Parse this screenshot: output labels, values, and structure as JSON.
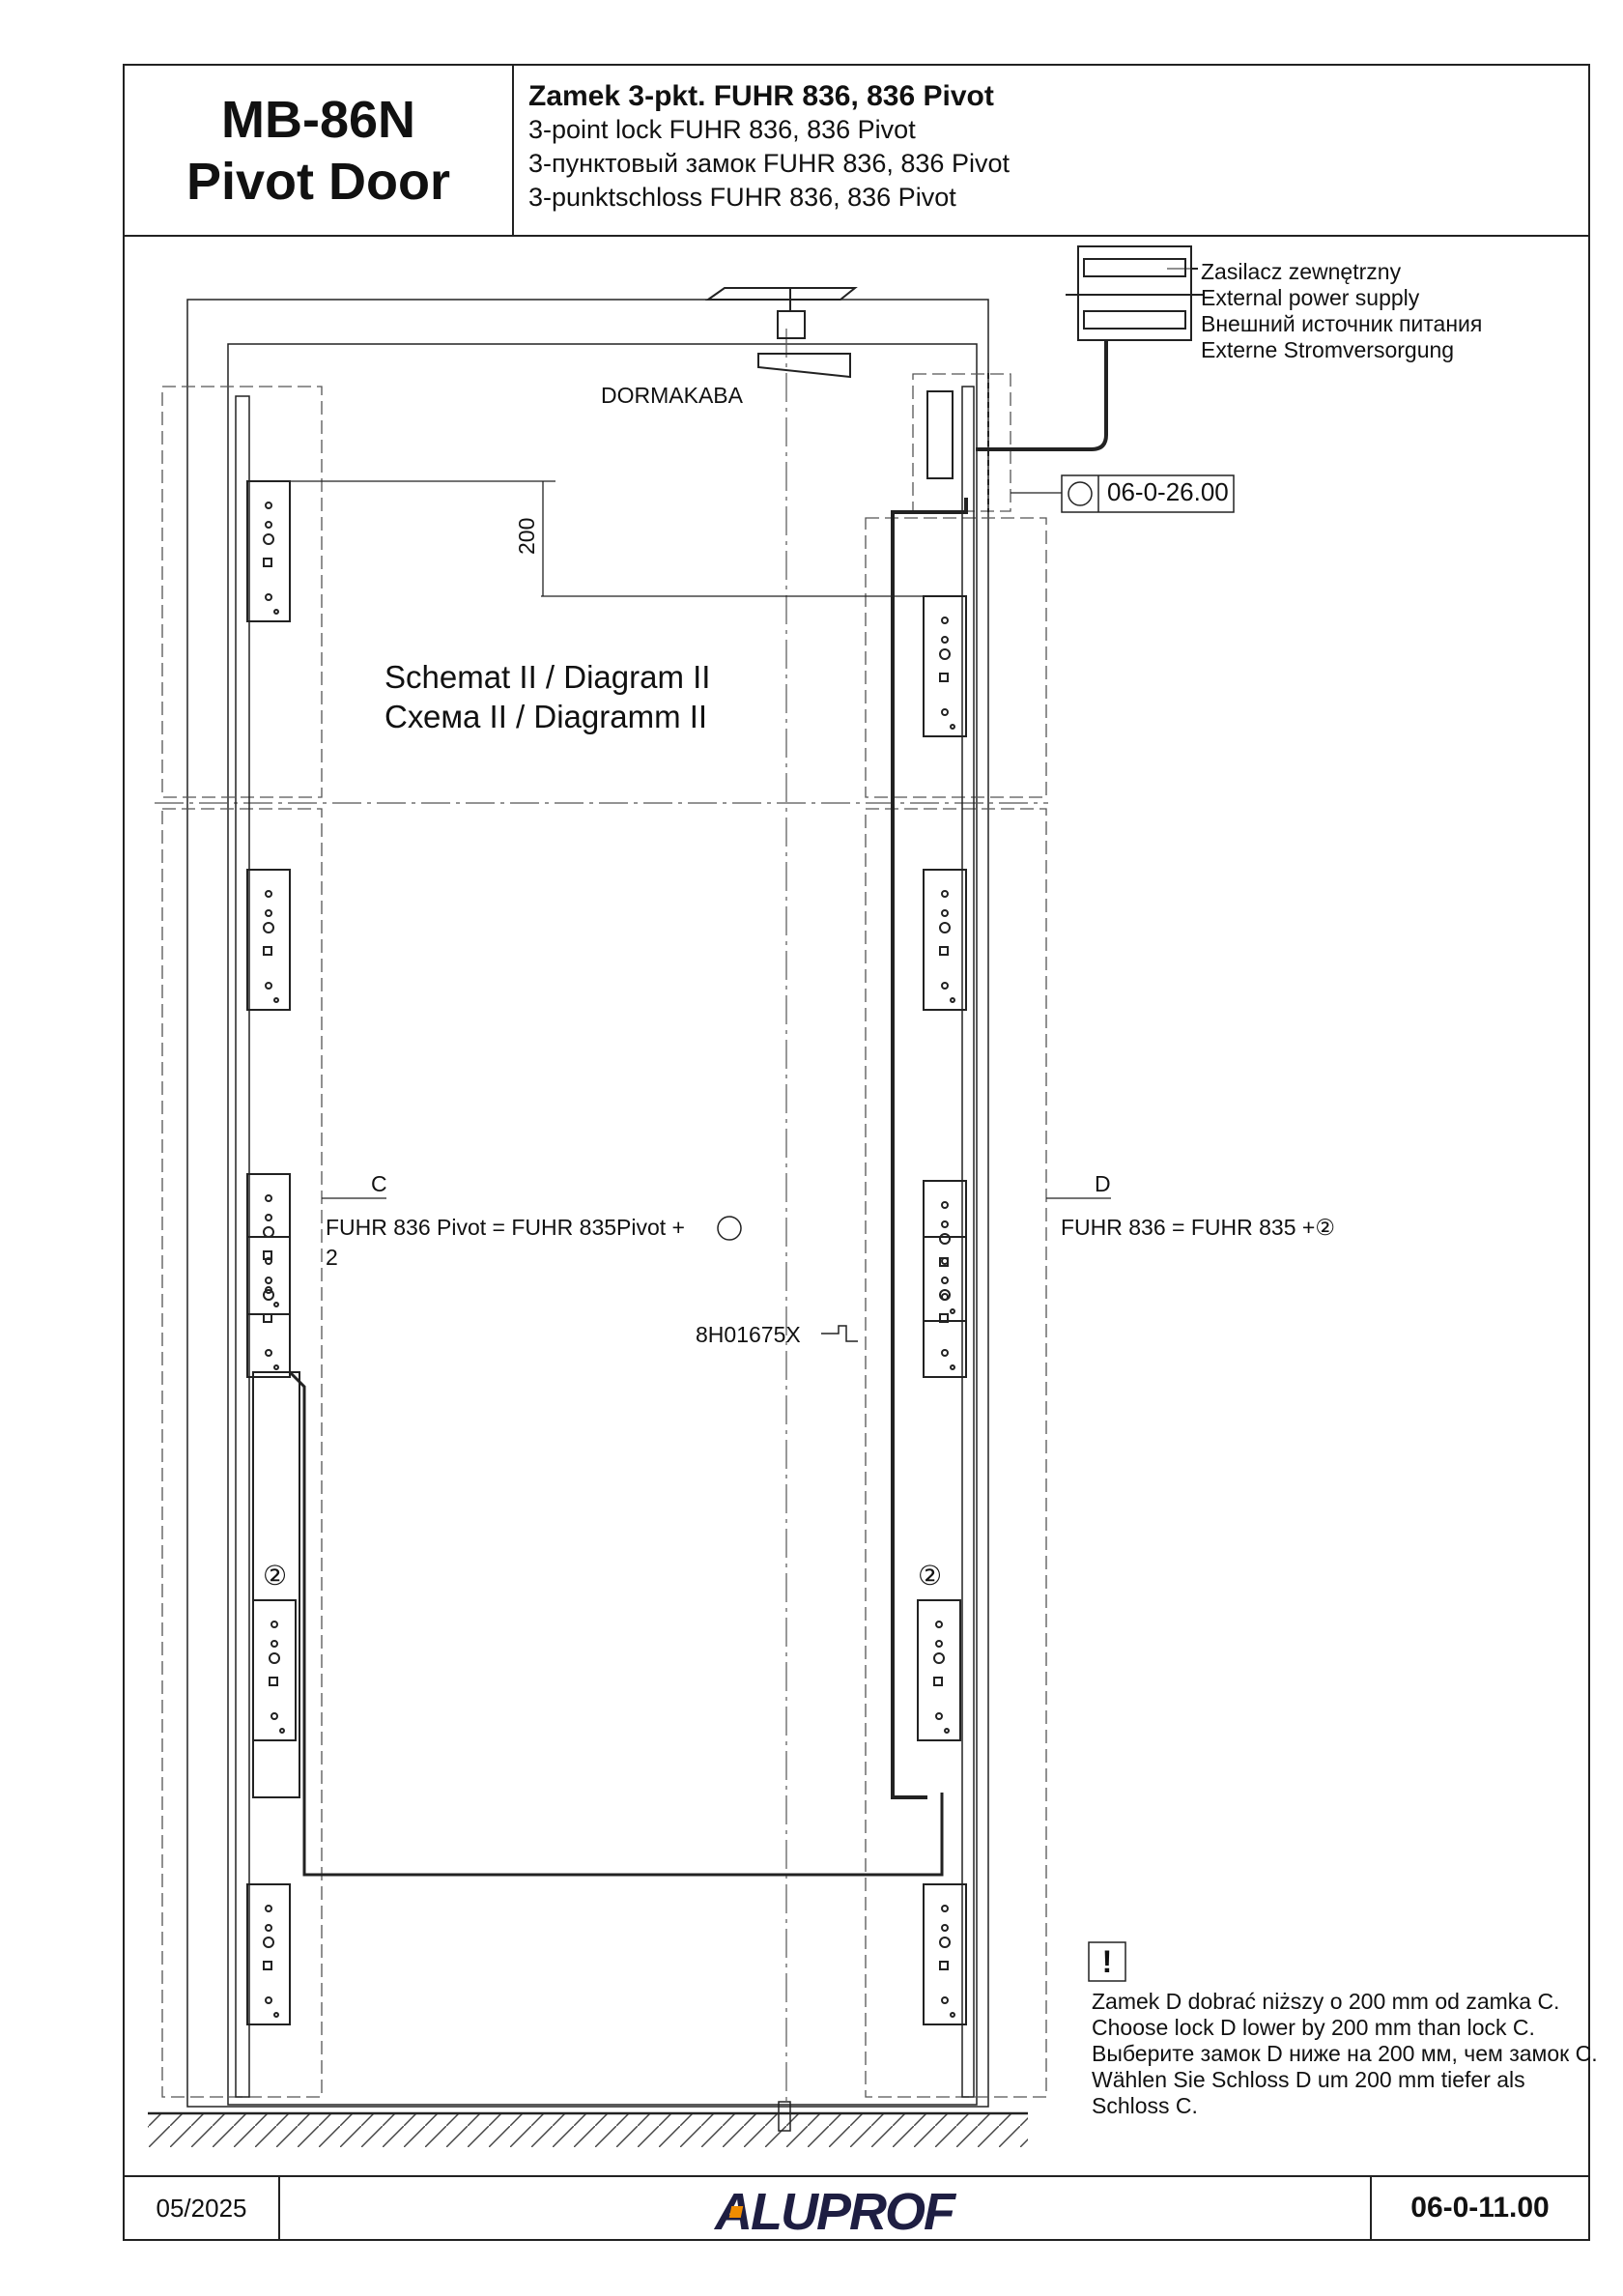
{
  "header": {
    "model": "MB-86N",
    "door_type": "Pivot Door",
    "title_pl": "Zamek 3-pkt. FUHR 836, 836 Pivot",
    "title_en": "3-point lock FUHR 836, 836 Pivot",
    "title_ru": "3-пунктовый замок FUHR 836, 836 Pivot",
    "title_de": "3-punktschloss FUHR 836, 836 Pivot"
  },
  "drawing": {
    "power_supply": [
      "Zasilacz zewnętrzny",
      "External power supply",
      "Внешний источник питания",
      "Externe Stromversorgung"
    ],
    "reference_code": "06-0-26.00",
    "closer_label": "DORMAKABA",
    "dimension": "200",
    "diagram_title_1": "Schemat II / Diagram II",
    "diagram_title_2": "Схема II / Diagramm II",
    "lock_c_label": "C",
    "lock_d_label": "D",
    "lock_c_formula": "FUHR 836 Pivot = FUHR 835Pivot +",
    "lock_c_formula_2": "2",
    "lock_d_formula": "FUHR 836 = FUHR 835 +",
    "circled_2": "②",
    "part_code": "8H01675X",
    "warning_icon": "exclamation-icon",
    "warning_lines": [
      "Zamek D dobrać niższy o 200 mm od zamka C.",
      "Choose lock D lower by 200 mm than lock C.",
      "Выберите замок D ниже на 200 мм, чем замок C.",
      "Wählen Sie Schloss D um 200 mm tiefer als",
      "Schloss C."
    ]
  },
  "footer": {
    "date": "05/2025",
    "brand": "ALUPROF",
    "doc_number": "06-0-11.00",
    "brand_color": "#1e1e42",
    "accent_color": "#f08c00"
  }
}
